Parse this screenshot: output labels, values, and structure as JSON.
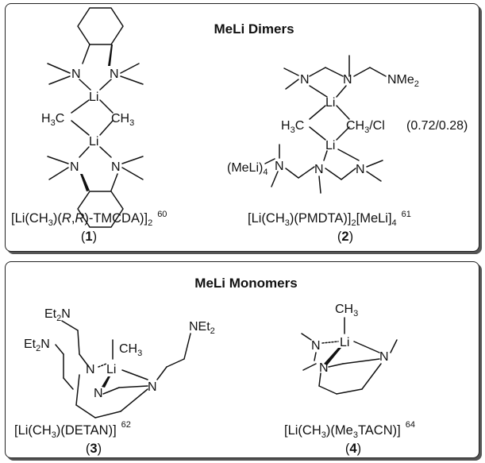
{
  "panels": [
    {
      "title": "MeLi Dimers",
      "compounds": [
        {
          "number": "1",
          "ref": "60"
        },
        {
          "number": "2",
          "ref": "61",
          "ratio": "(0.72/0.28)"
        }
      ]
    },
    {
      "title": "MeLi Monomers",
      "compounds": [
        {
          "number": "3",
          "ref": "62"
        },
        {
          "number": "4",
          "ref": "64"
        }
      ]
    }
  ]
}
